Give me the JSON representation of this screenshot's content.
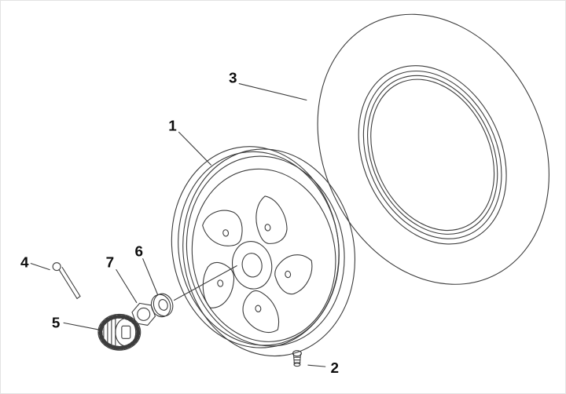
{
  "figure": {
    "type": "exploded-parts-diagram",
    "subject": "scooter rear wheel assembly",
    "background_color": "#ffffff",
    "line_color": "#3c3c3c",
    "label_color": "#0d0d0d"
  },
  "callouts": [
    {
      "label": "1",
      "part": "wheel-rim"
    },
    {
      "label": "2",
      "part": "valve-stem-bolt"
    },
    {
      "label": "3",
      "part": "tire"
    },
    {
      "label": "4",
      "part": "cotter-pin"
    },
    {
      "label": "5",
      "part": "splined-hub-gear"
    },
    {
      "label": "6",
      "part": "washer"
    },
    {
      "label": "7",
      "part": "hex-nut"
    }
  ]
}
